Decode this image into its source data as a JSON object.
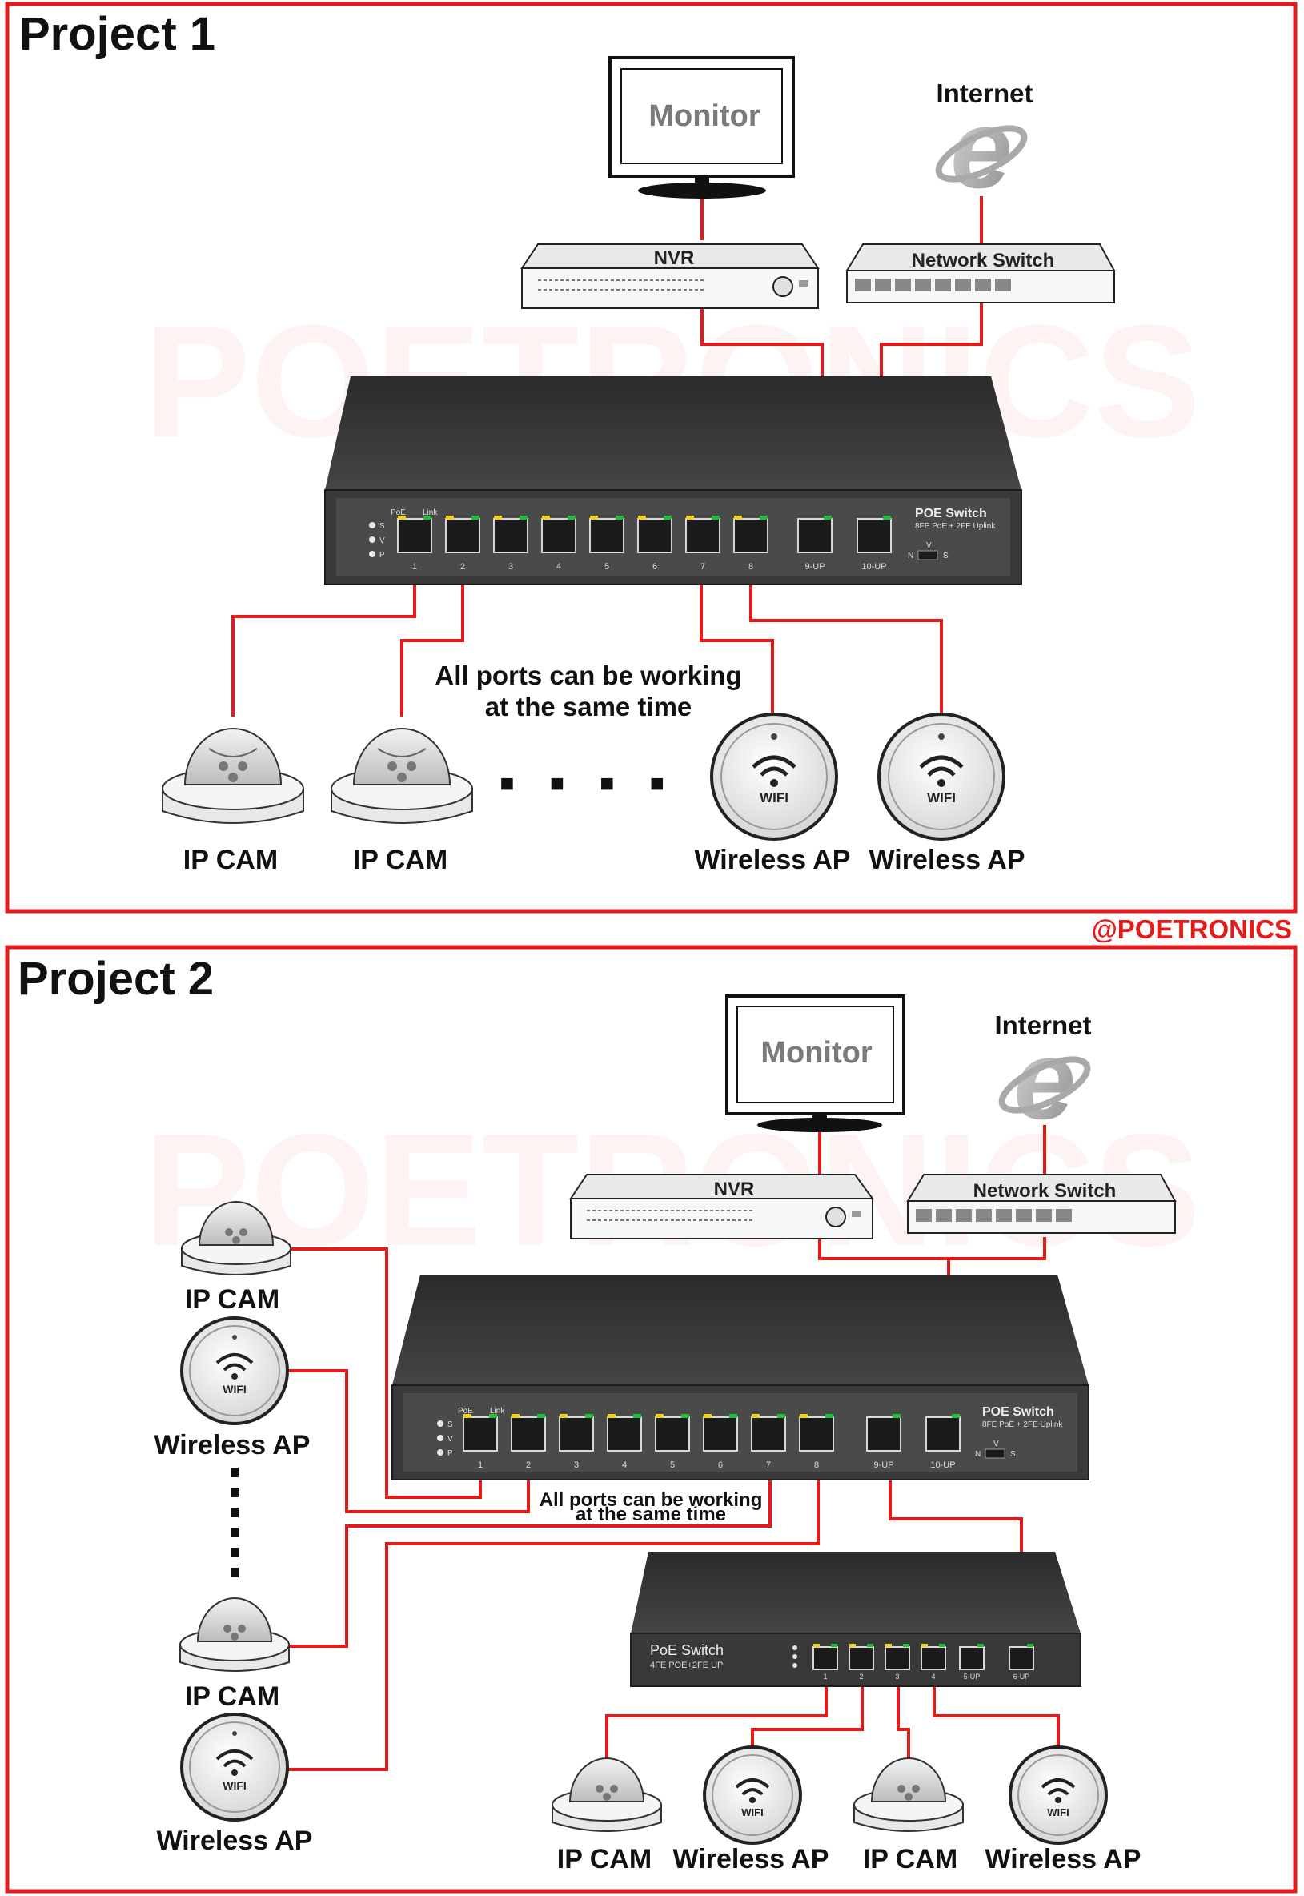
{
  "watermark": "POETRONICS",
  "credit": "@POETRONICS",
  "colors": {
    "frame": "#e21b1b",
    "wire": "#e21b1b",
    "switch_body": "#3a3a3a",
    "switch_panel": "#4b4b4b",
    "accent_green": "#1fbf3a",
    "accent_yellow": "#f2d21b"
  },
  "project1": {
    "title": "Project 1",
    "monitor": "Monitor",
    "internet": "Internet",
    "nvr": "NVR",
    "network_switch": "Network Switch",
    "switch_name": "POE Switch",
    "switch_spec": "8FE PoE + 2FE Uplink",
    "led_labels": [
      "S",
      "V",
      "P"
    ],
    "port_headers": [
      "PoE",
      "Link"
    ],
    "port_numbers": [
      "1",
      "2",
      "3",
      "4",
      "5",
      "6",
      "7",
      "8"
    ],
    "uplinks": [
      "9-UP",
      "10-UP"
    ],
    "mode_labels": [
      "V",
      "N",
      "S"
    ],
    "note_line1": "All ports can be working",
    "note_line2": "at the same time",
    "ellipsis": "■ ■ ■ ■",
    "devices": [
      "IP CAM",
      "IP CAM",
      "Wireless AP",
      "Wireless AP"
    ]
  },
  "project2": {
    "title": "Project 2",
    "monitor": "Monitor",
    "internet": "Internet",
    "nvr": "NVR",
    "network_switch": "Network Switch",
    "switch_name": "POE Switch",
    "switch_spec": "8FE PoE + 2FE Uplink",
    "led_labels": [
      "S",
      "V",
      "P"
    ],
    "port_headers": [
      "PoE",
      "Link"
    ],
    "port_numbers": [
      "1",
      "2",
      "3",
      "4",
      "5",
      "6",
      "7",
      "8"
    ],
    "uplinks": [
      "9-UP",
      "10-UP"
    ],
    "mode_labels": [
      "V",
      "N",
      "S"
    ],
    "note_line1": "All ports can be working",
    "note_line2": "at the same time",
    "left_devices": [
      "IP CAM",
      "Wireless AP",
      "IP CAM",
      "Wireless AP"
    ],
    "small_switch_name": "PoE Switch",
    "small_switch_spec": "4FE POE+2FE UP",
    "small_port_numbers": [
      "1",
      "2",
      "3",
      "4"
    ],
    "small_uplinks": [
      "5-UP",
      "6-UP"
    ],
    "bottom_devices": [
      "IP CAM",
      "Wireless AP",
      "IP CAM",
      "Wireless AP"
    ]
  },
  "wifi_badge": "WIFI"
}
